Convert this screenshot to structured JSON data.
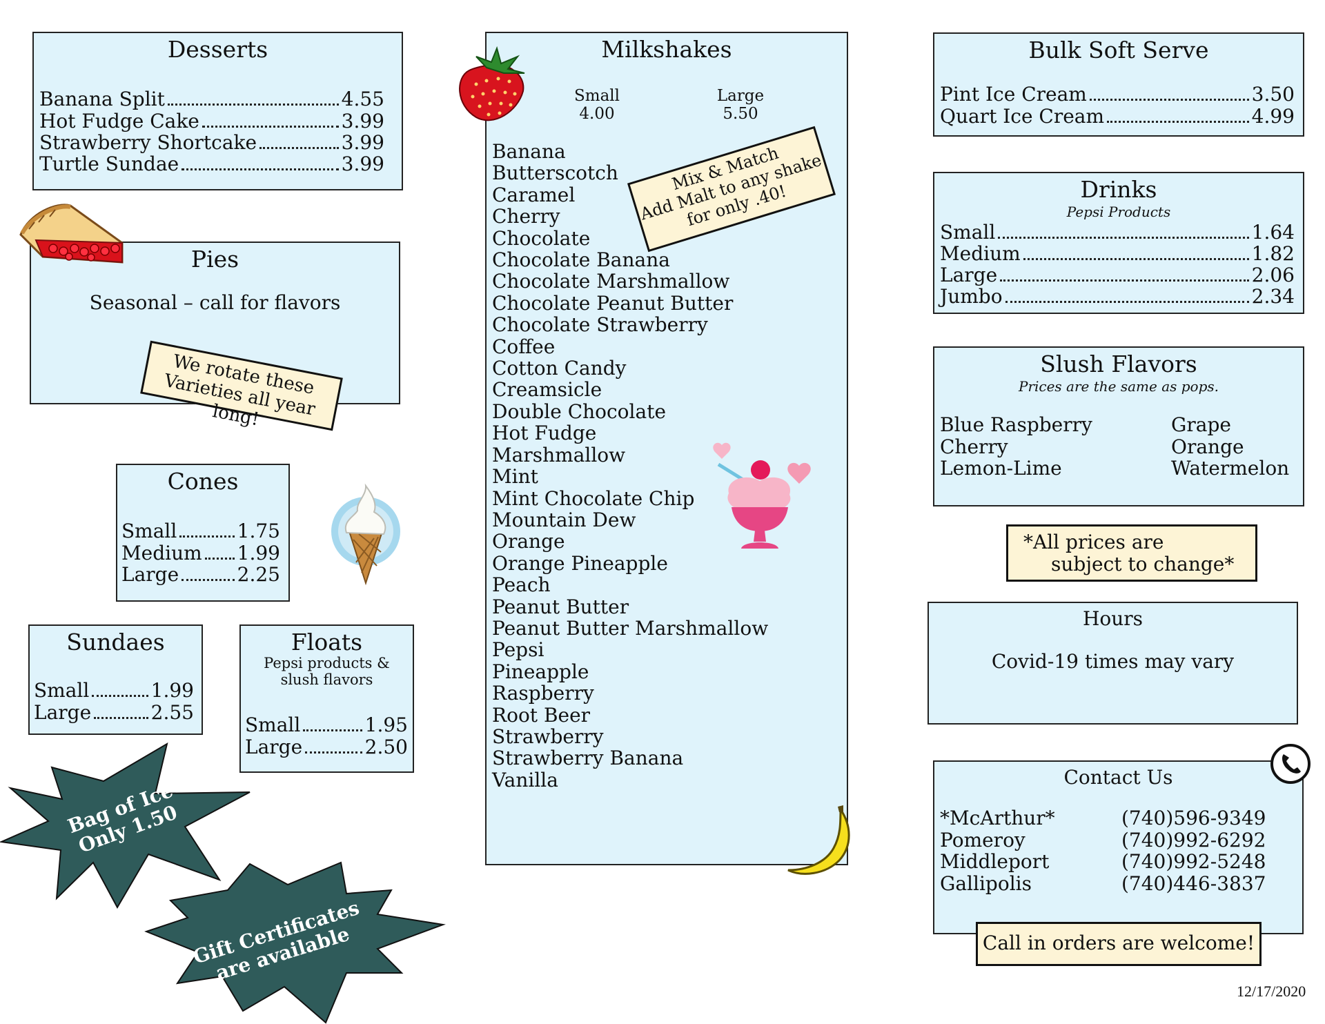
{
  "desserts": {
    "title": "Desserts",
    "items": [
      {
        "name": "Banana Split",
        "price": "4.55"
      },
      {
        "name": "Hot Fudge Cake",
        "price": "3.99"
      },
      {
        "name": "Strawberry Shortcake",
        "price": "3.99"
      },
      {
        "name": "Turtle Sundae",
        "price": "3.99"
      }
    ]
  },
  "pies": {
    "title": "Pies",
    "text": "Seasonal – call for flavors",
    "note_line1": "We rotate these",
    "note_line2": "Varieties all year long!"
  },
  "cones": {
    "title": "Cones",
    "items": [
      {
        "name": "Small",
        "price": "1.75"
      },
      {
        "name": "Medium",
        "price": "1.99"
      },
      {
        "name": "Large",
        "price": "2.25"
      }
    ]
  },
  "sundaes": {
    "title": "Sundaes",
    "items": [
      {
        "name": "Small",
        "price": "1.99"
      },
      {
        "name": "Large",
        "price": "2.55"
      }
    ]
  },
  "floats": {
    "title": "Floats",
    "subtitle_line1": "Pepsi products &",
    "subtitle_line2": "slush flavors",
    "items": [
      {
        "name": "Small",
        "price": "1.95"
      },
      {
        "name": "Large",
        "price": "2.50"
      }
    ]
  },
  "badges": {
    "ice_line1": "Bag of Ice",
    "ice_line2": "Only 1.50",
    "gift_line1": "Gift Certificates",
    "gift_line2": "are available"
  },
  "milkshakes": {
    "title": "Milkshakes",
    "small_label": "Small",
    "small_price": "4.00",
    "large_label": "Large",
    "large_price": "5.50",
    "note_line1": "Mix & Match",
    "note_line2": "Add Malt to any shake",
    "note_line3": "for only .40!",
    "flavors": [
      "Banana",
      "Butterscotch",
      "Caramel",
      "Cherry",
      "Chocolate",
      "Chocolate Banana",
      "Chocolate Marshmallow",
      "Chocolate Peanut Butter",
      "Chocolate Strawberry",
      "Coffee",
      "Cotton Candy",
      "Creamsicle",
      "Double Chocolate",
      "Hot Fudge",
      "Marshmallow",
      "Mint",
      "Mint Chocolate Chip",
      "Mountain Dew",
      "Orange",
      "Orange Pineapple",
      "Peach",
      "Peanut Butter",
      "Peanut Butter Marshmallow",
      "Pepsi",
      "Pineapple",
      "Raspberry",
      "Root Beer",
      "Strawberry",
      "Strawberry Banana",
      "Vanilla"
    ]
  },
  "bulk": {
    "title": "Bulk Soft Serve",
    "items": [
      {
        "name": "Pint Ice Cream",
        "price": "3.50"
      },
      {
        "name": "Quart Ice Cream",
        "price": "4.99"
      }
    ]
  },
  "drinks": {
    "title": "Drinks",
    "subtitle": "Pepsi Products",
    "items": [
      {
        "name": "Small",
        "price": "1.64"
      },
      {
        "name": "Medium",
        "price": "1.82"
      },
      {
        "name": "Large",
        "price": "2.06"
      },
      {
        "name": "Jumbo",
        "price": "2.34"
      }
    ]
  },
  "slush": {
    "title": "Slush Flavors",
    "subtitle": "Prices are the same as pops.",
    "left": [
      "Blue Raspberry",
      "Cherry",
      "Lemon-Lime"
    ],
    "right": [
      "Grape",
      "Orange",
      "Watermelon"
    ]
  },
  "prices_note": {
    "line1": "*All prices are",
    "line2": "subject to change*"
  },
  "hours": {
    "title": "Hours",
    "text": "Covid-19 times may vary"
  },
  "contact": {
    "title": "Contact Us",
    "locations": [
      {
        "name": "*McArthur*",
        "phone": "(740)596-9349"
      },
      {
        "name": "Pomeroy",
        "phone": "(740)992-6292"
      },
      {
        "name": "Middleport",
        "phone": "(740)992-5248"
      },
      {
        "name": "Gallipolis",
        "phone": "(740)446-3837"
      }
    ],
    "call_note": "Call in orders are welcome!"
  },
  "footer_date": "12/17/2020",
  "colors": {
    "panel": "#dff3fb",
    "note": "#fdf4d6",
    "badge": "#2f5b5a"
  },
  "icons": [
    "strawberry-icon",
    "pie-slice-icon",
    "ice-cream-cone-icon",
    "sundae-icon",
    "banana-icon",
    "phone-icon"
  ]
}
